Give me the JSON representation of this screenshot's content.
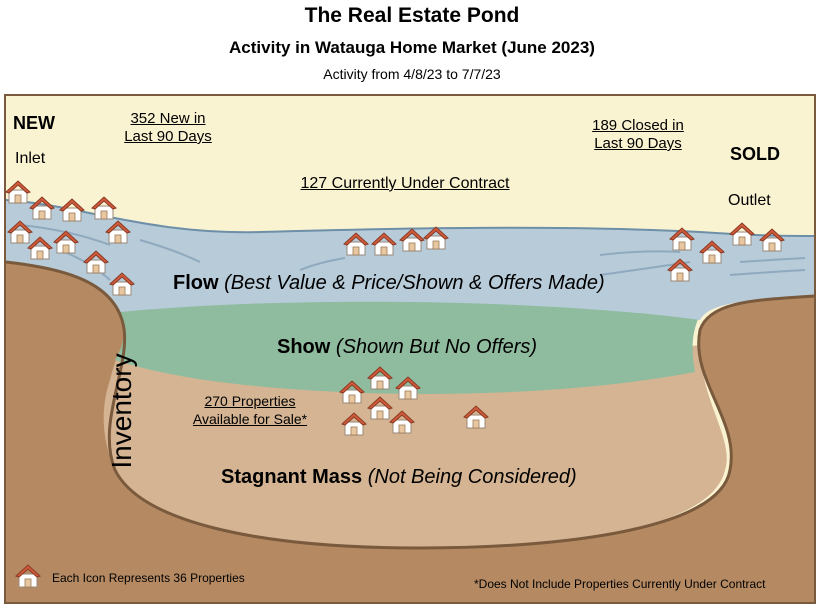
{
  "header": {
    "title": "The Real Estate Pond",
    "subtitle": "Activity in Watauga Home Market (June 2023)",
    "date_range": "Activity from 4/8/23 to 7/7/23"
  },
  "labels": {
    "new": "NEW",
    "inlet": "Inlet",
    "new_count_line1": "352 New in",
    "new_count_line2": "Last 90 Days",
    "under_contract": "127 Currently Under Contract",
    "closed_line1": "189 Closed in",
    "closed_line2": "Last 90 Days",
    "sold": "SOLD",
    "outlet": "Outlet",
    "inventory": "Inventory",
    "available_line1": "270 Properties",
    "available_line2": "Available for Sale*"
  },
  "layers": {
    "flow_title": "Flow",
    "flow_desc": "(Best Value & Price/Shown & Offers Made)",
    "show_title": "Show",
    "show_desc": "(Shown But No Offers)",
    "stagnant_title": "Stagnant Mass",
    "stagnant_desc": "(Not Being Considered)"
  },
  "legend": {
    "icon_note": "Each Icon Represents 36 Properties",
    "footnote": "*Does Not Include Properties Currently Under Contract"
  },
  "colors": {
    "sky": "#faf3d2",
    "water": "#b7cbd9",
    "show": "#8fbc9e",
    "stagnant": "#d4b492",
    "earth": "#b58a63",
    "house_roof": "#cf5a3c"
  },
  "icon_name": "house-icon"
}
